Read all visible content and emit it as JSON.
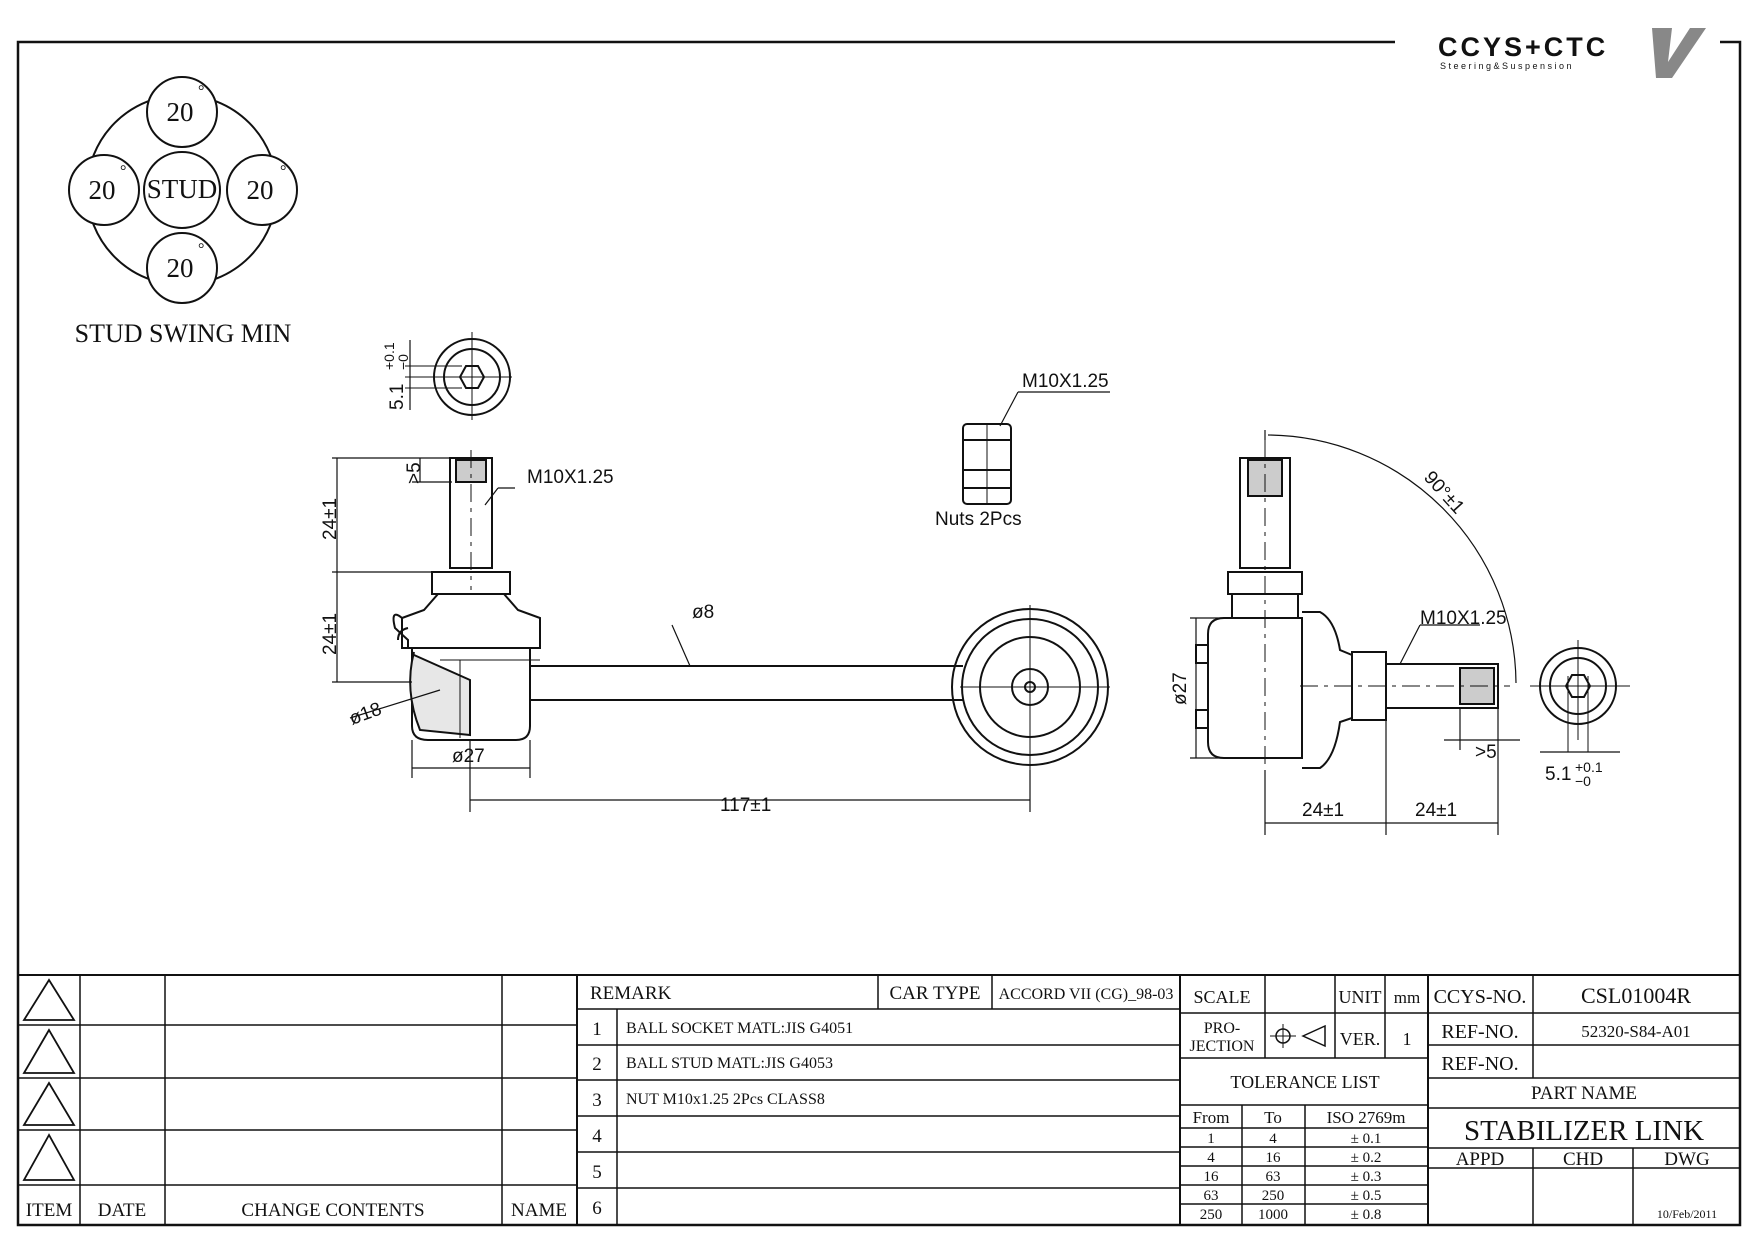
{
  "logo": {
    "text": "CCYS+CTC",
    "tagline": "Steering&Suspension"
  },
  "swing": {
    "center": "STUD",
    "top": "20",
    "left": "20",
    "right": "20",
    "bottom": "20",
    "degree": "°",
    "caption": "STUD SWING MIN"
  },
  "dims": {
    "hex_width": "5.1",
    "hex_tol_top": "+0.1",
    "hex_tol_bot": "−0",
    "gt5_left": ">5",
    "thread_left": "M10X1.25",
    "len_24_a": "24±1",
    "len_24_b": "24±1",
    "dia18": "ø18",
    "dia27_left": "ø27",
    "dia8": "ø8",
    "len117": "117±1",
    "nut_thread": "M10X1.25",
    "nuts": "Nuts  2Pcs",
    "angle": "90°±1",
    "thread_right": "M10X1.25",
    "dia27_right": "ø27",
    "gt5_right": ">5",
    "len_24_c": "24±1",
    "len_24_d": "24±1",
    "hex_width_r": "5.1",
    "hex_tol_top_r": "+0.1",
    "hex_tol_bot_r": "−0"
  },
  "titleblock": {
    "revision_headers": {
      "item": "ITEM",
      "date": "DATE",
      "change": "CHANGE CONTENTS",
      "name": "NAME"
    },
    "remark_label": "REMARK",
    "cartype_label": "CAR TYPE",
    "cartype_value": "ACCORD VII (CG)_98-03",
    "remarks": [
      {
        "n": "1",
        "text": "BALL SOCKET MATL:JIS G4051"
      },
      {
        "n": "2",
        "text": "BALL STUD MATL:JIS G4053"
      },
      {
        "n": "3",
        "text": "NUT M10x1.25 2Pcs CLASS8"
      },
      {
        "n": "4",
        "text": ""
      },
      {
        "n": "5",
        "text": ""
      },
      {
        "n": "6",
        "text": ""
      }
    ],
    "scale_label": "SCALE",
    "unit_label": "UNIT",
    "unit_value": "mm",
    "projection_label_1": "PRO-",
    "projection_label_2": "JECTION",
    "ver_label": "VER.",
    "ver_value": "1",
    "tolerance_title": "TOLERANCE LIST",
    "tolerance_headers": {
      "from": "From",
      "to": "To",
      "iso": "ISO 2769m"
    },
    "tolerance_rows": [
      {
        "from": "1",
        "to": "4",
        "tol": "± 0.1"
      },
      {
        "from": "4",
        "to": "16",
        "tol": "± 0.2"
      },
      {
        "from": "16",
        "to": "63",
        "tol": "± 0.3"
      },
      {
        "from": "63",
        "to": "250",
        "tol": "± 0.5"
      },
      {
        "from": "250",
        "to": "1000",
        "tol": "± 0.8"
      }
    ],
    "ccys_label": "CCYS-NO.",
    "ccys_value": "CSL01004R",
    "ref_label": "REF-NO.",
    "ref_value": "52320-S84-A01",
    "ref2_label": "REF-NO.",
    "ref2_value": "",
    "partname_label": "PART NAME",
    "partname_value": "STABILIZER LINK",
    "appd": "APPD",
    "chd": "CHD",
    "dwg": "DWG",
    "date": "10/Feb/2011"
  }
}
